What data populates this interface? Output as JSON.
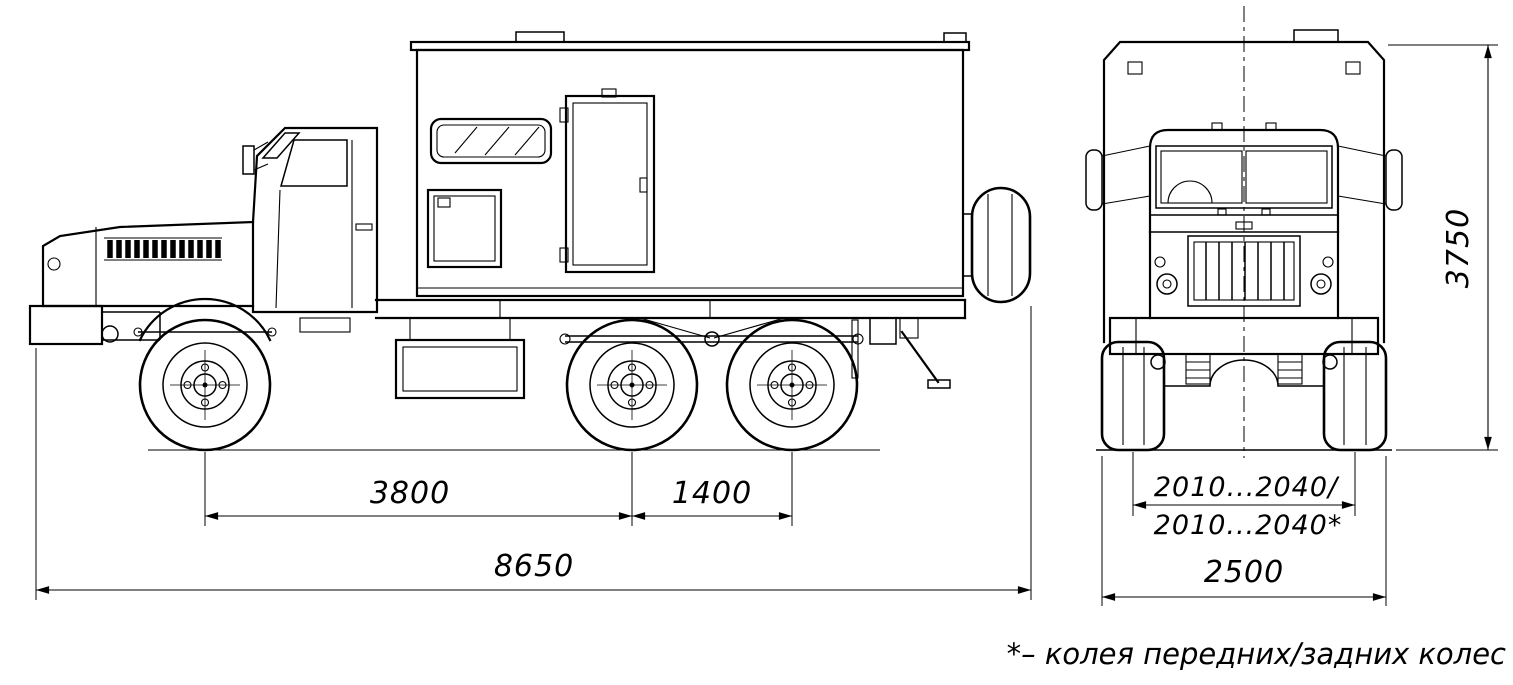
{
  "canvas": {
    "background": "#ffffff",
    "line_color": "#000000"
  },
  "side_view": {
    "dimensions": {
      "axle_front_to_bogie": "3800",
      "bogie_spacing": "1400",
      "overall_length": "8650"
    }
  },
  "front_view": {
    "dimensions": {
      "overall_height": "3750",
      "track_numerator": "2010...2040/",
      "track_denominator": "2010...2040*",
      "overall_width": "2500"
    }
  },
  "footnote": "*– колея передних/задних колес"
}
